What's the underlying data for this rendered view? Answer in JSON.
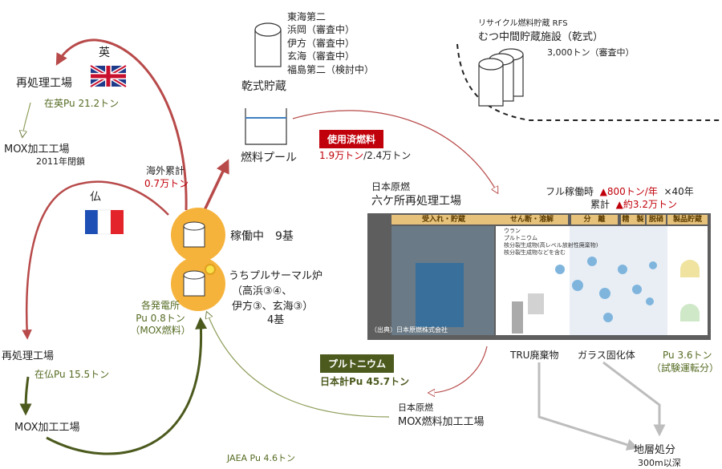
{
  "colors": {
    "red": "#c0000a",
    "green": "#4c5a1e",
    "olive": "#556b22",
    "gray": "#bfbfbf",
    "orange": "#f6b33c",
    "yellow": "#f7c548"
  },
  "uk": {
    "country": "英",
    "reproc": "再処理工場",
    "pu": "在英Pu 21.2トン",
    "mox": "MOX加工工場",
    "mox_status": "2011年閉鎖",
    "flag": "union-jack-flag"
  },
  "fr": {
    "country": "仏",
    "reproc": "再処理工場",
    "pu": "在仏Pu 15.5トン",
    "mox": "MOX加工工場",
    "flag": "french-tricolor-flag"
  },
  "overseas": {
    "label": "海外累計",
    "value": "0.7万トン"
  },
  "dry": {
    "sites_title": "東海第二",
    "sites": [
      "浜岡（審査中）",
      "伊方（審査中）",
      "玄海（審査中）",
      "福島第二（検討中）"
    ],
    "label": "乾式貯蔵"
  },
  "rfs": {
    "name": "リサイクル燃料貯蔵 RFS",
    "facility": "むつ中間貯蔵施設（乾式）",
    "capacity": "3,000トン（審査中）"
  },
  "pool": {
    "label": "燃料プール"
  },
  "spent": {
    "badge": "使用済燃料",
    "amount_red": "1.9万トン",
    "amount_rest": "/2.4万トン"
  },
  "rokkasho": {
    "company": "日本原燃",
    "name": "六ケ所再処理工場",
    "full_op": "フル稼働時",
    "rate": "▲800トン/年",
    "years": "×40年",
    "cum_label": "累計",
    "cum_value": "▲約3.2万トン",
    "source": "（出典）日本原燃株式会社",
    "sections": [
      "受入れ・貯蔵",
      "せん断・溶解",
      "分　離",
      "精　製",
      "脱硝",
      "製品貯蔵"
    ],
    "legend": [
      "ウラン",
      "プルトニウム",
      "核分裂生成物(高レベル放射性廃棄物)",
      "核分裂生成物などを含む"
    ]
  },
  "reactors": {
    "operating": "稼働中　9基",
    "pluthermal": "うちプルサーマル炉",
    "pluthermal_list": "（高浜③④、",
    "pluthermal_list2": "伊方③、玄海③）",
    "pluthermal_count": "4基"
  },
  "plants": {
    "label": "各発電所",
    "pu": "Pu 0.8トン",
    "note": "（MOX燃料）"
  },
  "plutonium": {
    "badge": "プルトニウム",
    "total": "日本計Pu 45.7トン"
  },
  "mox_jnfl": {
    "company": "日本原燃",
    "name": "MOX燃料加工工場"
  },
  "outputs": {
    "tru": "TRU廃棄物",
    "glass": "ガラス固化体",
    "pu": "Pu 3.6トン",
    "pu_note": "（試験運転分）"
  },
  "disposal": {
    "label": "地層処分",
    "depth": "300m以深"
  },
  "jaea": {
    "label": "JAEA Pu 4.6トン"
  }
}
